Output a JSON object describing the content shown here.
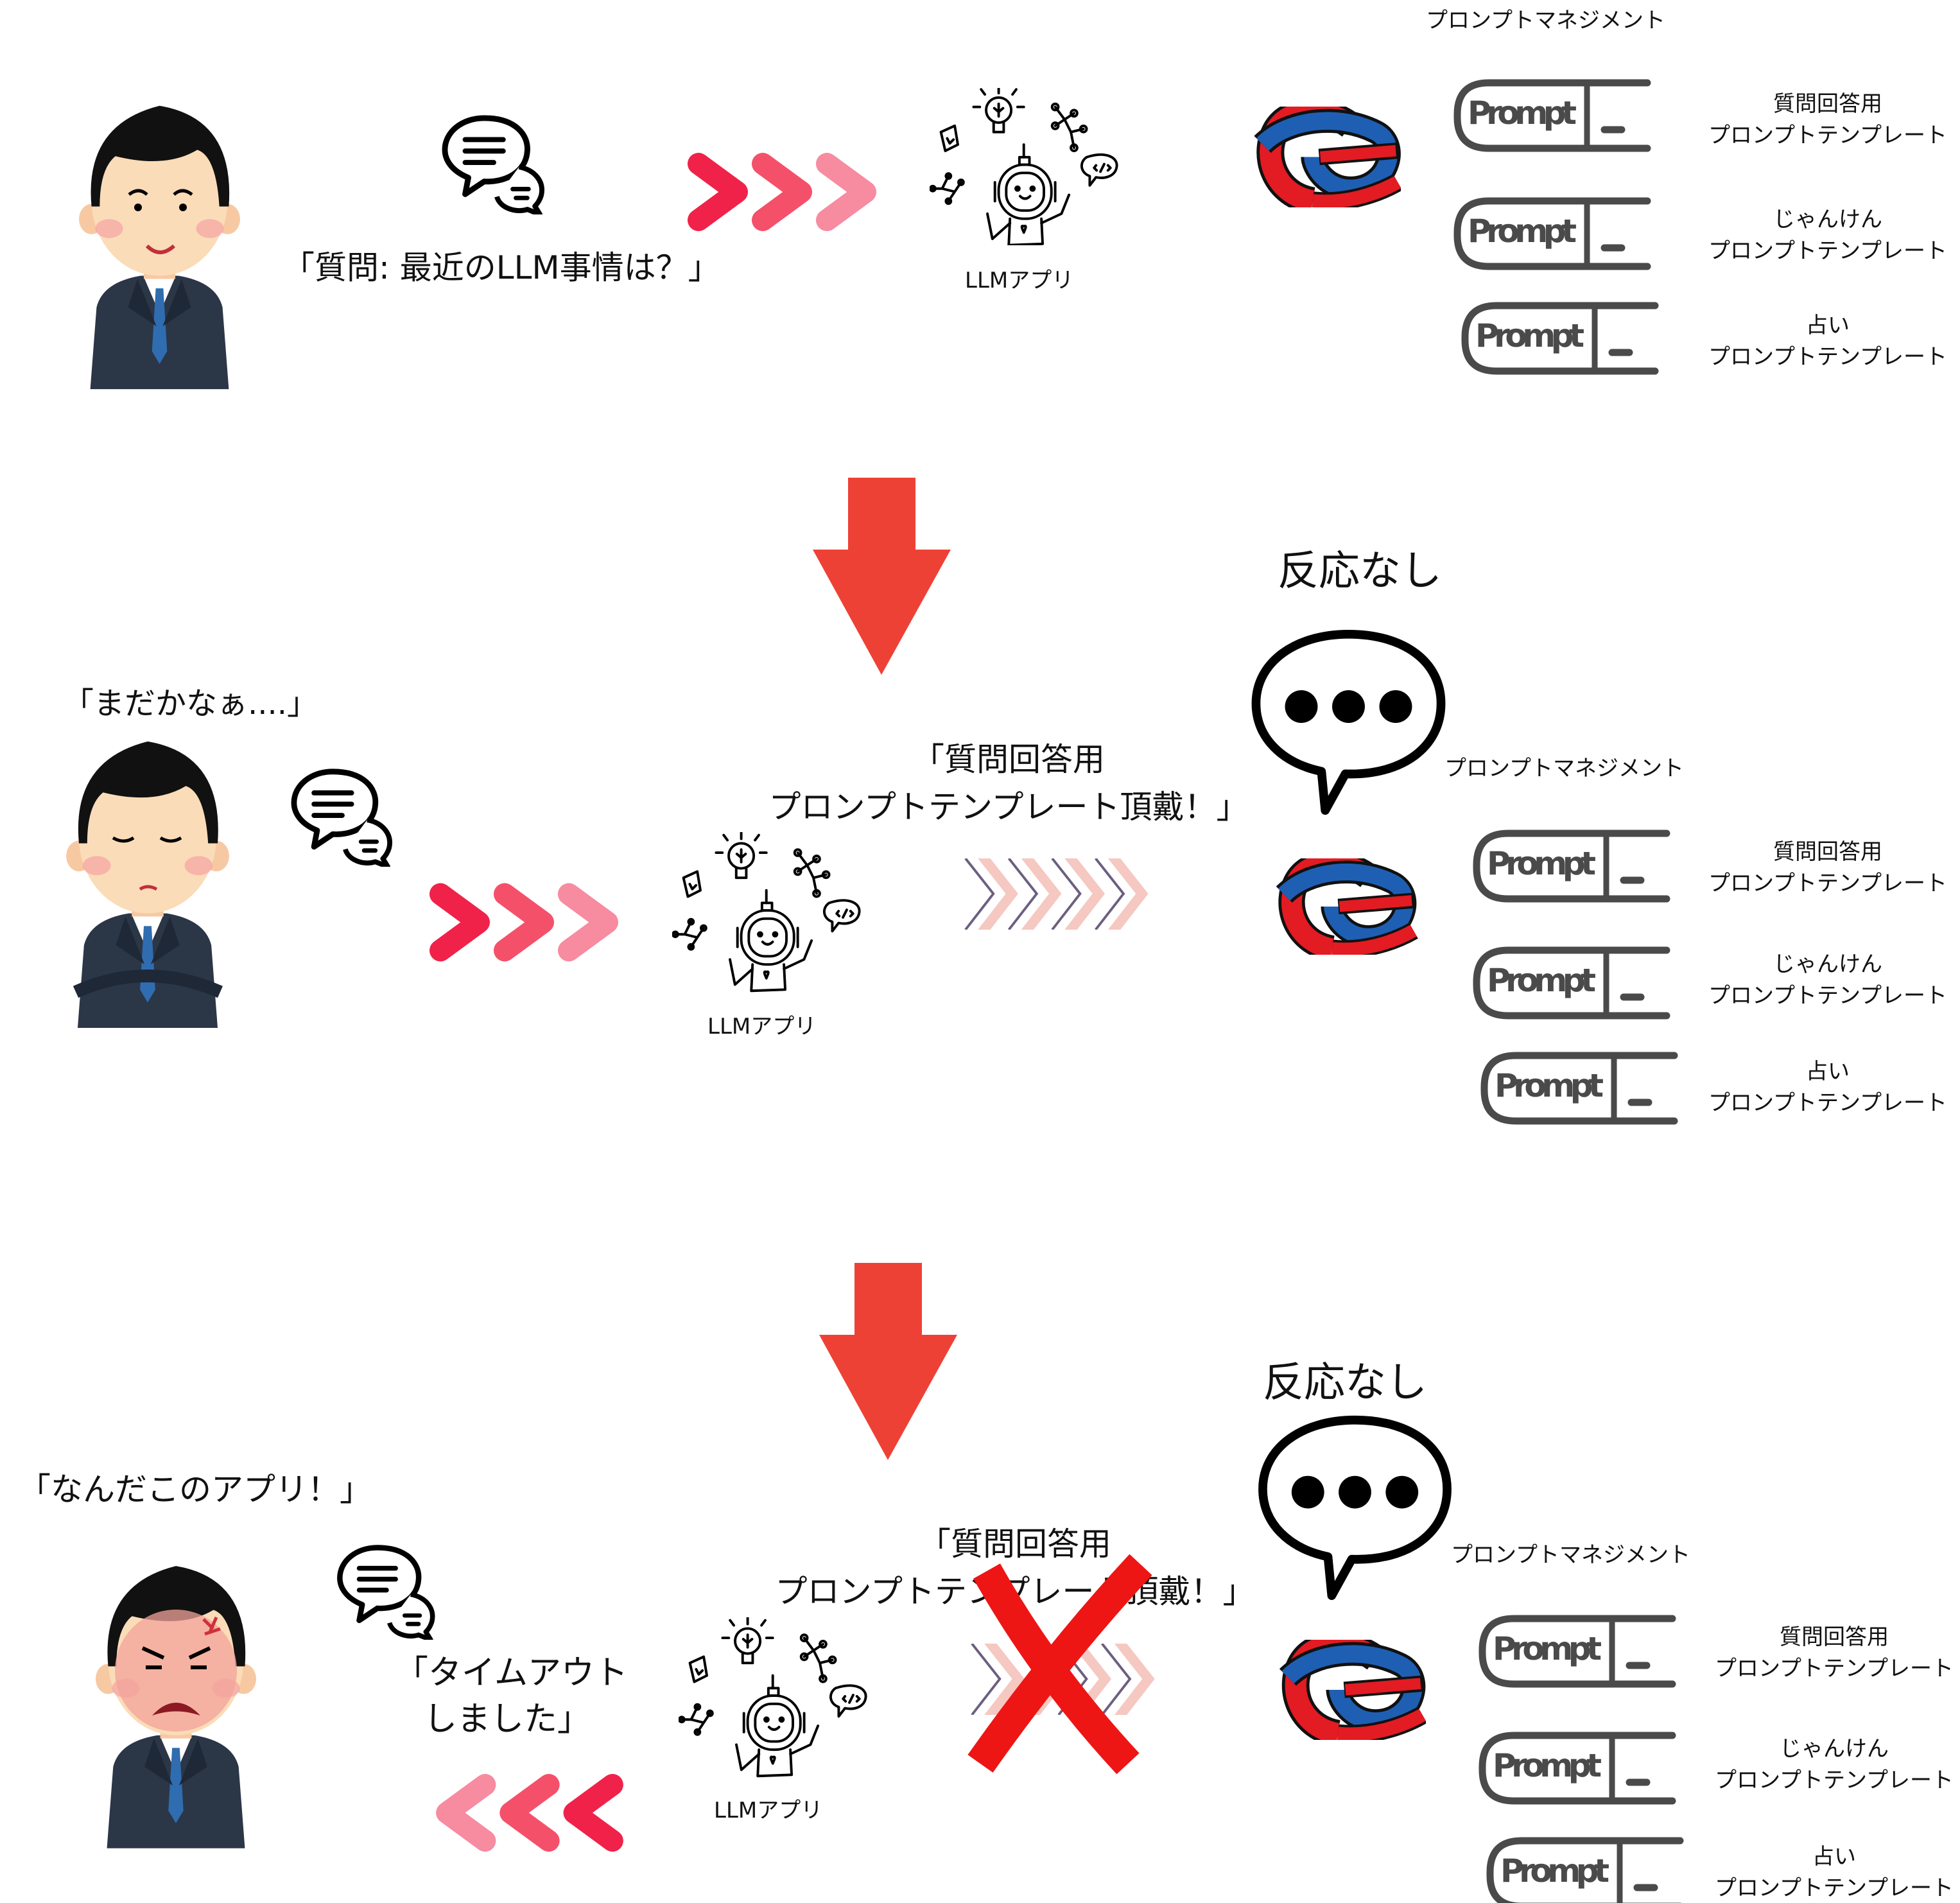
{
  "colors": {
    "arrow_down": "#ee4135",
    "chevron_red": [
      "#f0224a",
      "#f5506a",
      "#f78ba0"
    ],
    "chevron_pink_fill": "#f5c8c1",
    "chevron_pink_outline": "#6b5f80",
    "cross": "#ee1515",
    "knot_red": "#e31b23",
    "knot_blue": "#1e5fb4",
    "prompt_box": "#4a4a4a"
  },
  "icons": [
    "businessman-avatar",
    "chat-bubbles-icon",
    "forward-chevrons-icon",
    "robot-llm-app-icon",
    "knot-logo-icon",
    "prompt-template-icon",
    "down-arrow-icon",
    "speech-bubble-ellipsis-icon",
    "cross-mark-icon",
    "backward-chevrons-icon"
  ],
  "scene1": {
    "user_question": "「質問: 最近のLLM事情は？」",
    "app_label": "LLMアプリ",
    "manager_title": "プロンプトマネジメント",
    "templates": [
      {
        "badge": "Prompt",
        "name": "質問回答用",
        "type": "プロンプトテンプレート"
      },
      {
        "badge": "Prompt",
        "name": "じゃんけん",
        "type": "プロンプトテンプレート"
      },
      {
        "badge": "Prompt",
        "name": "占い",
        "type": "プロンプトテンプレート"
      }
    ]
  },
  "scene2": {
    "user_thought": "「まだかなぁ....」",
    "request_lines": [
      "「質問回答用",
      "プロンプトテンプレート頂戴！」"
    ],
    "app_label": "LLMアプリ",
    "status": "反応なし",
    "manager_title": "プロンプトマネジメント",
    "templates": [
      {
        "badge": "Prompt",
        "name": "質問回答用",
        "type": "プロンプトテンプレート"
      },
      {
        "badge": "Prompt",
        "name": "じゃんけん",
        "type": "プロンプトテンプレート"
      },
      {
        "badge": "Prompt",
        "name": "占い",
        "type": "プロンプトテンプレート"
      }
    ]
  },
  "scene3": {
    "user_outburst": "「なんだこのアプリ！」",
    "reply_lines": [
      "「タイムアウト",
      "しました」"
    ],
    "request_lines": [
      "「質問回答用",
      "プロンプトテンプレート頂戴！」"
    ],
    "app_label": "LLMアプリ",
    "status": "反応なし",
    "manager_title": "プロンプトマネジメント",
    "templates": [
      {
        "badge": "Prompt",
        "name": "質問回答用",
        "type": "プロンプトテンプレート"
      },
      {
        "badge": "Prompt",
        "name": "じゃんけん",
        "type": "プロンプトテンプレート"
      },
      {
        "badge": "Prompt",
        "name": "占い",
        "type": "プロンプトテンプレート"
      }
    ]
  }
}
